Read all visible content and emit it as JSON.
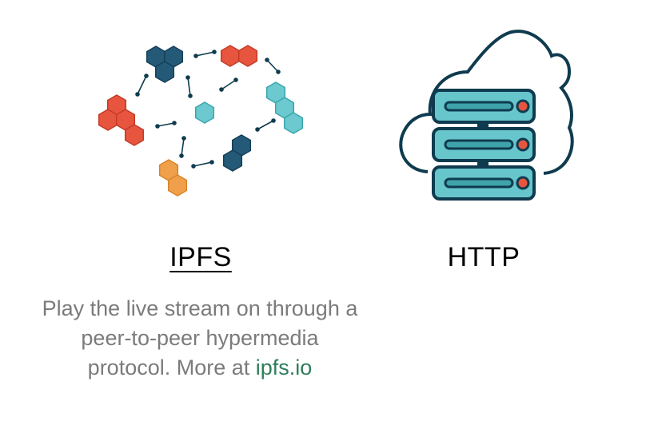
{
  "ipfs": {
    "title": "IPFS",
    "description_lines": [
      "Play the live stream on through a",
      "peer-to-peer hypermedia",
      "protocol. More at "
    ],
    "link_text": "ipfs.io",
    "illustration_icon": "ipfs-network-icon"
  },
  "http": {
    "title": "HTTP",
    "illustration_icon": "cloud-server-icon"
  },
  "colors": {
    "ipfs_red": "#e8553f",
    "ipfs_navy": "#245a78",
    "ipfs_teal": "#6bc9cf",
    "ipfs_orange": "#f0a04b",
    "server_teal": "#67c5cc",
    "server_outline": "#0f3b4f",
    "link_green": "#2e7d5b",
    "desc_gray": "#7b7b7b"
  }
}
